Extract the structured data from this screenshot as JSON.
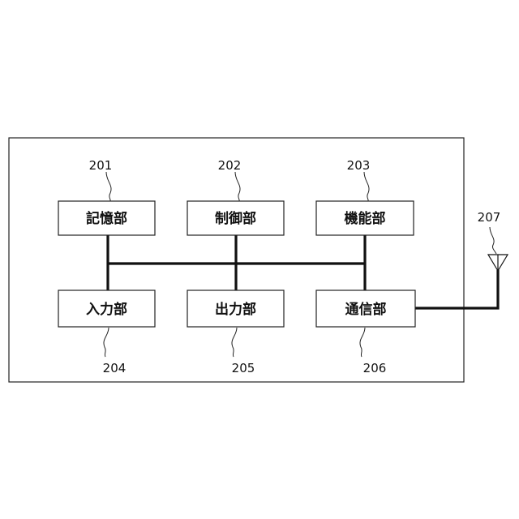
{
  "blocks": {
    "storage": {
      "label": "記憶部",
      "ref": "201"
    },
    "control": {
      "label": "制御部",
      "ref": "202"
    },
    "function": {
      "label": "機能部",
      "ref": "203"
    },
    "input": {
      "label": "入力部",
      "ref": "204"
    },
    "output": {
      "label": "出力部",
      "ref": "205"
    },
    "communication": {
      "label": "通信部",
      "ref": "206"
    }
  },
  "antenna": {
    "ref": "207",
    "icon": "antenna-icon"
  }
}
